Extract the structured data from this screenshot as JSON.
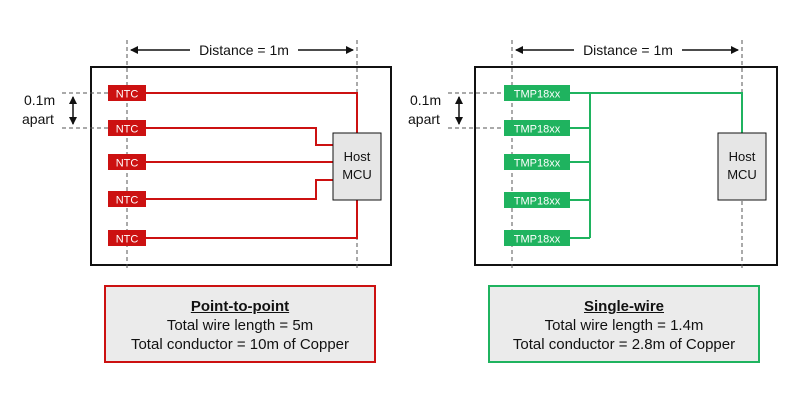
{
  "colors": {
    "point_to_point": "#cc1111",
    "single_wire": "#1fb35f",
    "mcu_fill": "#e6e6e6"
  },
  "left_panel": {
    "distance_label": "Distance = 1m",
    "spacing_label_line1": "0.1m",
    "spacing_label_line2": "apart",
    "sensors": [
      "NTC",
      "NTC",
      "NTC",
      "NTC",
      "NTC"
    ],
    "mcu_line1": "Host",
    "mcu_line2": "MCU",
    "summary": {
      "title": "Point-to-point",
      "line1": "Total wire length = 5m",
      "line2": "Total conductor = 10m of Copper"
    }
  },
  "right_panel": {
    "distance_label": "Distance = 1m",
    "spacing_label_line1": "0.1m",
    "spacing_label_line2": "apart",
    "sensors": [
      "TMP18xx",
      "TMP18xx",
      "TMP18xx",
      "TMP18xx",
      "TMP18xx"
    ],
    "mcu_line1": "Host",
    "mcu_line2": "MCU",
    "summary": {
      "title": "Single-wire",
      "line1": "Total wire length = 1.4m",
      "line2": "Total conductor = 2.8m of Copper"
    }
  }
}
